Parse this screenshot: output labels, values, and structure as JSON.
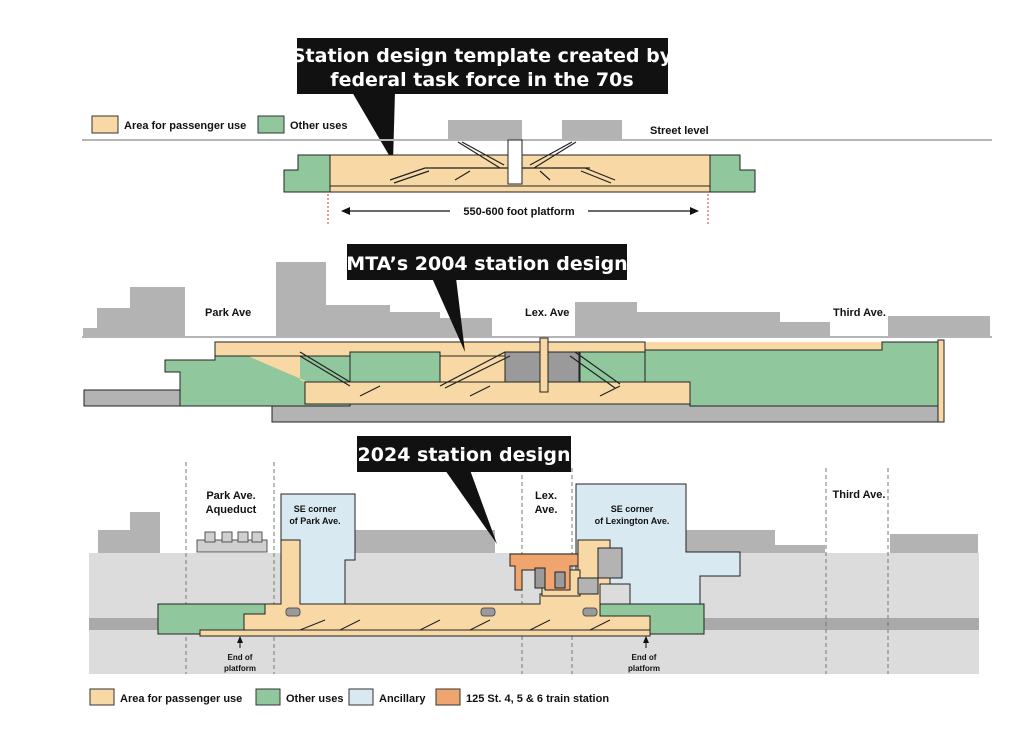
{
  "colors": {
    "passenger": "#f8d9a6",
    "other": "#90c79c",
    "ancillary": "#d9e9f1",
    "train_station": "#f0a46e",
    "building": "#b3b3b3",
    "ground": "#dcdcdc",
    "callout": "#111111"
  },
  "section1": {
    "callout_line1": "Station design template created by",
    "callout_line2": "federal task force in the 70s",
    "legend_passenger": "Area for passenger use",
    "legend_other": "Other uses",
    "street_level": "Street level",
    "platform_label": "550-600 foot platform"
  },
  "section2": {
    "callout": "MTA’s 2004 station design",
    "park_ave": "Park Ave",
    "lex_ave": "Lex. Ave",
    "third_ave": "Third Ave."
  },
  "section3": {
    "callout": "2024 station  design",
    "park_aqueduct_line1": "Park Ave.",
    "park_aqueduct_line2": "Aqueduct",
    "se_park_line1": "SE corner",
    "se_park_line2": "of Park Ave.",
    "lex_line1": "Lex.",
    "lex_line2": "Ave.",
    "se_lex_line1": "SE corner",
    "se_lex_line2": "of Lexington Ave.",
    "third_ave": "Third Ave.",
    "end_left_line1": "End of",
    "end_left_line2": "platform",
    "end_right_line1": "End of",
    "end_right_line2": "platform"
  },
  "legend_bottom": {
    "passenger": "Area for passenger use",
    "other": "Other uses",
    "ancillary": "Ancillary",
    "train_station": "125 St. 4, 5 & 6 train station"
  }
}
